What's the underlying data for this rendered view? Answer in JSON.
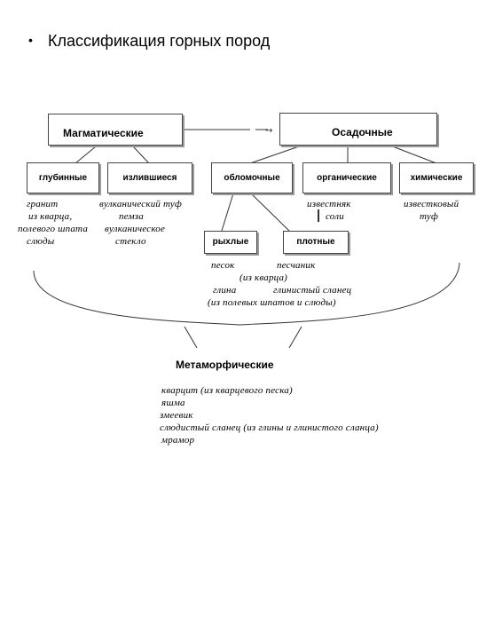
{
  "title": "Классификация горных пород",
  "bullet": "•",
  "boxes": {
    "magmatic": "Магматические",
    "sedimentary": "Осадочные",
    "deep": "глубинные",
    "effusive": "излившиеся",
    "clastic": "обломочные",
    "organic": "органические",
    "chemical": "химические",
    "loose": "рыхлые",
    "dense": "плотные"
  },
  "labels": {
    "deep_examples": [
      "гранит",
      "из кварца,",
      "полевого шпата",
      "слюды"
    ],
    "effusive_examples": [
      "вулканический туф",
      "пемза",
      "вулканическое",
      "стекло"
    ],
    "organic_examples": [
      "известняк",
      "соли"
    ],
    "chemical_examples": [
      "известковый",
      "туф"
    ],
    "clastic_examples": [
      "песок",
      "песчаник",
      "(из кварца)",
      "глина",
      "глинистый сланец",
      "(из полевых шпатов и слюды)"
    ]
  },
  "metamorphic": {
    "title": "Метаморфические",
    "items": [
      "кварцит (из кварцевого песка)",
      "яшма",
      "змеевик",
      "слюдистый сланец (из глины и глинистого сланца)",
      "мрамор"
    ]
  }
}
